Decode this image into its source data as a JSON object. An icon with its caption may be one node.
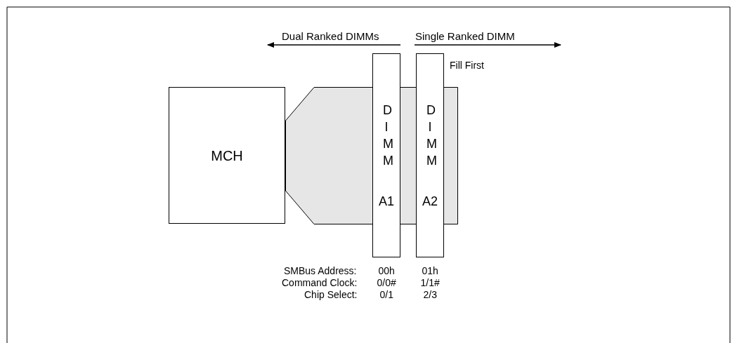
{
  "diagram": {
    "nodes": [
      {
        "text": [
          "MCH"
        ]
      },
      {
        "text": [],
        "shape": "box"
      },
      {
        "text": [
          "D I M M",
          "A1"
        ]
      },
      {
        "text": [
          "D I M M",
          "A2"
        ],
        "beside": [
          "Fill First"
        ]
      }
    ],
    "edges": [],
    "labels": [
      "Dual Ranked DIMMs",
      "Single Ranked DIMM",
      "SMBus Address:",
      "00h",
      "01h",
      "Command Clock:",
      "0/0#",
      "1/1#",
      "Chip Select:",
      "0/1",
      "2/3"
    ]
  }
}
